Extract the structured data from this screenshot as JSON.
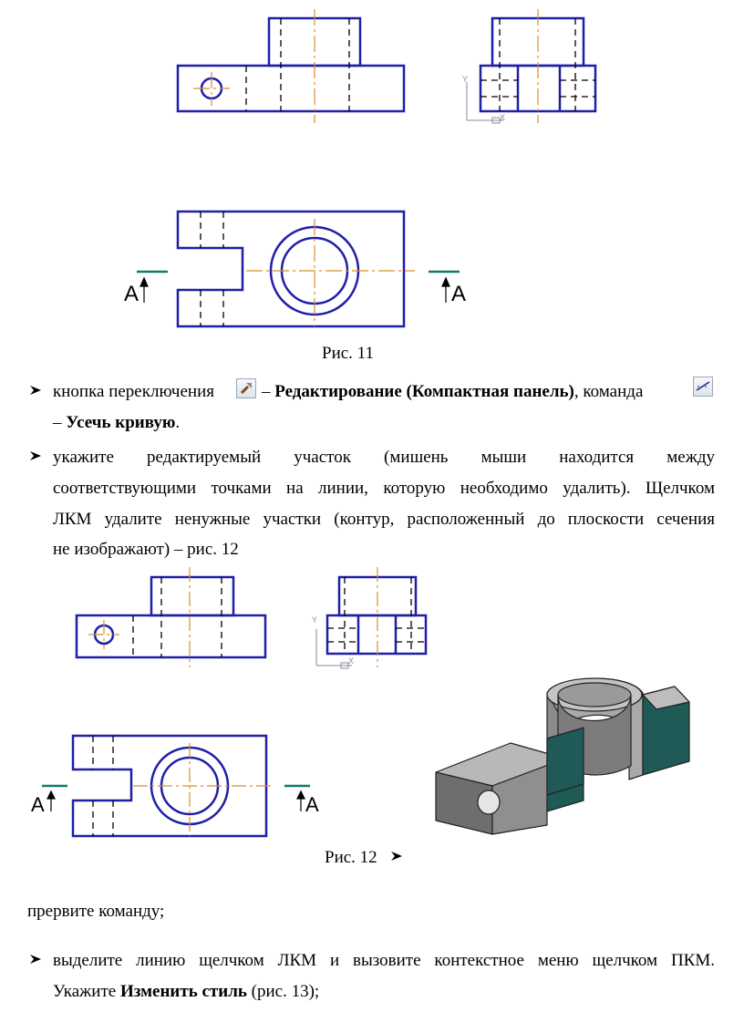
{
  "figures": {
    "fig11_caption": "Рис. 11",
    "fig12_caption": "Рис. 12",
    "section_label": "A",
    "axis_y": "Y",
    "axis_x": "X"
  },
  "bullet1": {
    "text_before": "кнопка переключения",
    "dash1": "–",
    "bold1": "Редактирование (Компактная панель)",
    "text_mid": ", команда",
    "dash2": "–",
    "bold2": "Усечь кривую",
    "end": "."
  },
  "bullet2": {
    "line1": "укажите редактируемый участок (мишень мыши находится между",
    "line2": "соответствующими точками на линии, которую необходимо удалить). Щелчком",
    "line3": "ЛКМ удалите ненужные участки (контур, расположенный до плоскости сечения",
    "line4": "не изображают) – рис. 12"
  },
  "interrupt_line": "прервите команду;",
  "bullet3": {
    "line1": "выделите линию щелчком ЛКМ и вызовите контекстное меню щелчком ПКМ.",
    "line2_before": "Укажите",
    "line2_bold": "Изменить стиль",
    "line2_after": "(рис. 13);"
  },
  "colors": {
    "contour": "#1f1fa8",
    "axis": "#d9902a",
    "section_mark": "#0e7a70",
    "dark_face": "#1f5a56"
  },
  "icons": [
    "editing-toolbar-icon",
    "trim-curve-icon"
  ]
}
